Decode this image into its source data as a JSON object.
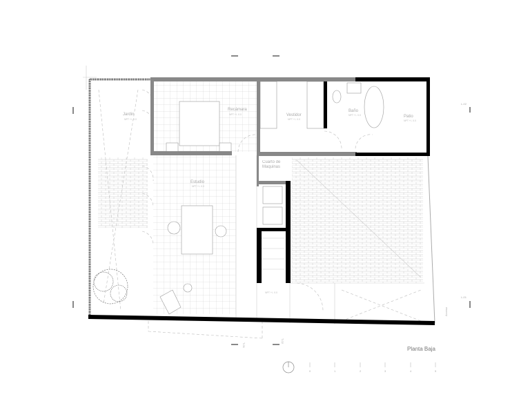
{
  "plan": {
    "title": "Planta Baja",
    "level_note": "NPT +/- 0.0",
    "rooms": [
      {
        "name": "Jardin"
      },
      {
        "name": "Recámara"
      },
      {
        "name": "Estudio"
      },
      {
        "name": "Vestidor"
      },
      {
        "name": "Baño"
      },
      {
        "name": "Patio"
      },
      {
        "name": "Cuarto de Maquinas"
      }
    ],
    "section_marks": [
      "L-02",
      "L-01",
      "T-01",
      "T-02"
    ],
    "access_label": "Acceso",
    "scale_ticks": [
      "0",
      "1",
      "2",
      "3",
      "4",
      "5"
    ]
  },
  "colors": {
    "wall": "#000000",
    "partition": "#888888",
    "grid": "#d0d0d0"
  }
}
